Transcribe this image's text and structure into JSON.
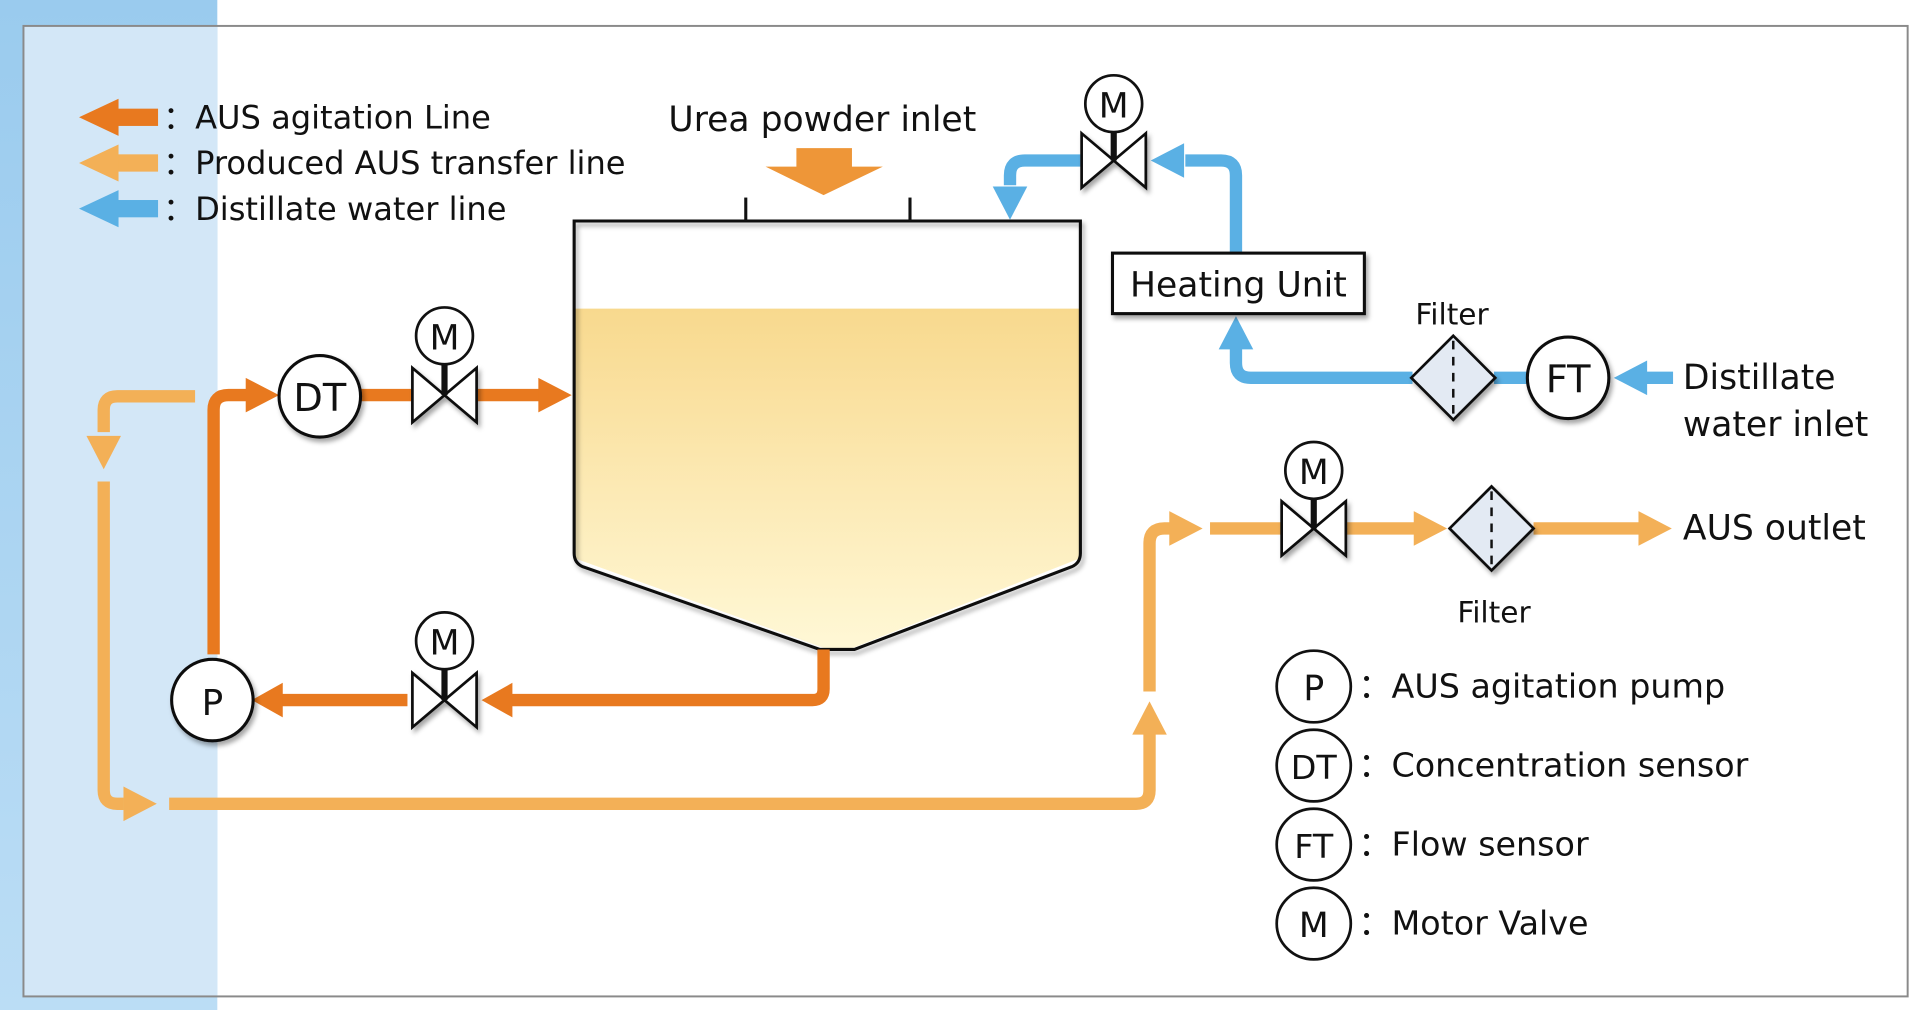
{
  "colors": {
    "agitation": "#E8791F",
    "transfer": "#F3B057",
    "water": "#5AB0E4",
    "urea_arrow": "#EE9638",
    "filter_fill": "#E3EAF3",
    "liquid_top": "#F8D98E",
    "liquid_bottom": "#FFF6D2",
    "left_band": "#CFE4F6",
    "frame": "#8A8A8A"
  },
  "legend_lines": [
    {
      "key": "agitation",
      "label": "：AUS agitation Line"
    },
    {
      "key": "transfer",
      "label": "：Produced AUS transfer line"
    },
    {
      "key": "water",
      "label": "：Distillate water line"
    }
  ],
  "labels": {
    "urea_inlet": "Urea powder inlet",
    "heating_unit": "Heating Unit",
    "filter_top": "Filter",
    "filter_bottom": "Filter",
    "water_inlet_1": "Distillate",
    "water_inlet_2": "water inlet",
    "aus_outlet": "AUS outlet"
  },
  "instruments": {
    "dt": "DT",
    "p": "P",
    "ft": "FT",
    "m": "M"
  },
  "symbol_legend": [
    {
      "symbol": "P",
      "label": "：AUS agitation pump"
    },
    {
      "symbol": "DT",
      "label": "：Concentration sensor"
    },
    {
      "symbol": "FT",
      "label": "：Flow sensor"
    },
    {
      "symbol": "M",
      "label": "：Motor Valve"
    }
  ]
}
